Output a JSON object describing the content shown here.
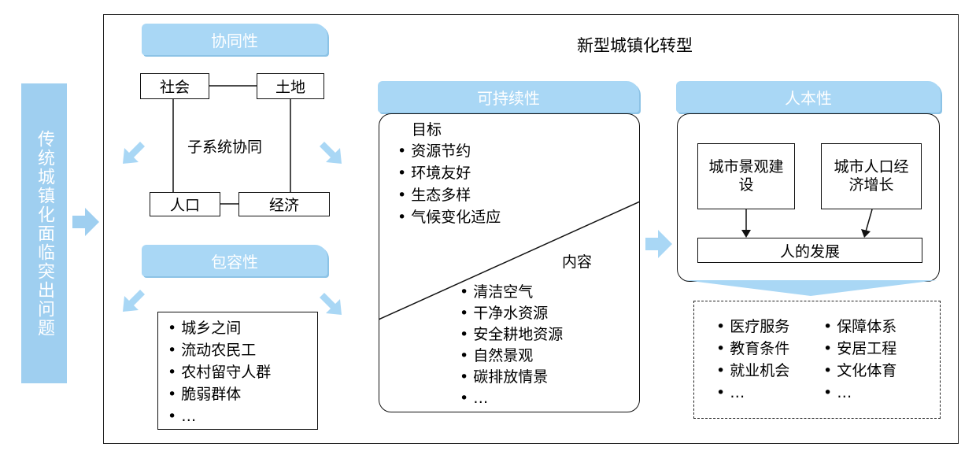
{
  "left_bar": {
    "label": "传统城镇化面临突出问题"
  },
  "main_title": "新型城镇化转型",
  "coordination": {
    "header": "协同性",
    "nodes": [
      "社会",
      "土地",
      "人口",
      "经济"
    ],
    "center_label": "子系统协同"
  },
  "inclusiveness": {
    "header": "包容性",
    "items": [
      "城乡之间",
      "流动农民工",
      "农村留守人群",
      "脆弱群体",
      "…"
    ]
  },
  "sustainability": {
    "header": "可持续性",
    "goal_label": "目标",
    "goals": [
      "资源节约",
      "环境友好",
      "生态多样",
      "气候变化适应"
    ],
    "content_label": "内容",
    "contents": [
      "清洁空气",
      "干净水资源",
      "安全耕地资源",
      "自然景观",
      "碳排放情景",
      "…"
    ]
  },
  "people_oriented": {
    "header": "人本性",
    "box_left": "城市景观建设",
    "box_right": "城市人口经济增长",
    "bottom_box": "人的发展",
    "list_left": [
      "医疗服务",
      "教育条件",
      "就业机会",
      "…"
    ],
    "list_right": [
      "保障体系",
      "安居工程",
      "文化体育",
      "…"
    ]
  },
  "colors": {
    "accent": "#a9d7f5",
    "bar": "#9fcff0"
  }
}
